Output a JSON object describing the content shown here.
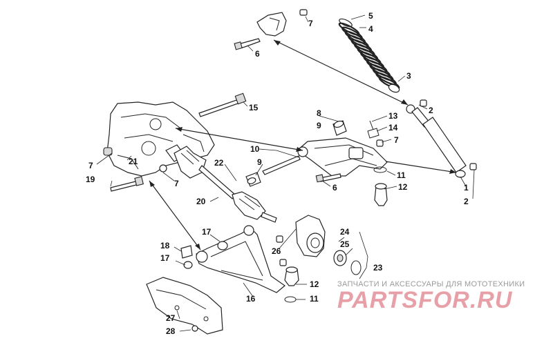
{
  "callouts": [
    {
      "id": "c7a",
      "text": "7"
    },
    {
      "id": "c5",
      "text": "5"
    },
    {
      "id": "c4",
      "text": "4"
    },
    {
      "id": "c6a",
      "text": "6"
    },
    {
      "id": "c3",
      "text": "3"
    },
    {
      "id": "c2a",
      "text": "2"
    },
    {
      "id": "c15",
      "text": "15"
    },
    {
      "id": "c8",
      "text": "8"
    },
    {
      "id": "c13",
      "text": "13"
    },
    {
      "id": "c9a",
      "text": "9"
    },
    {
      "id": "c14",
      "text": "14"
    },
    {
      "id": "c7b",
      "text": "7"
    },
    {
      "id": "c10",
      "text": "10"
    },
    {
      "id": "c9b",
      "text": "9"
    },
    {
      "id": "c7c",
      "text": "7"
    },
    {
      "id": "c21",
      "text": "21"
    },
    {
      "id": "c22",
      "text": "22"
    },
    {
      "id": "c11a",
      "text": "11"
    },
    {
      "id": "c7d",
      "text": "7"
    },
    {
      "id": "c19",
      "text": "19"
    },
    {
      "id": "c6b",
      "text": "6"
    },
    {
      "id": "c12a",
      "text": "12"
    },
    {
      "id": "c1",
      "text": "1"
    },
    {
      "id": "c2b",
      "text": "2"
    },
    {
      "id": "c20",
      "text": "20"
    },
    {
      "id": "c17a",
      "text": "17"
    },
    {
      "id": "c24",
      "text": "24"
    },
    {
      "id": "c26",
      "text": "26"
    },
    {
      "id": "c25",
      "text": "25"
    },
    {
      "id": "c18",
      "text": "18"
    },
    {
      "id": "c17b",
      "text": "17"
    },
    {
      "id": "c23",
      "text": "23"
    },
    {
      "id": "c12b",
      "text": "12"
    },
    {
      "id": "c16",
      "text": "16"
    },
    {
      "id": "c11b",
      "text": "11"
    },
    {
      "id": "c27",
      "text": "27"
    },
    {
      "id": "c28",
      "text": "28"
    }
  ],
  "watermark": {
    "tagline": "ЗАПЧАСТИ И АКСЕССУАРЫ ДЛЯ МОТОТЕХНИКИ",
    "logo": "PARTSFOR.RU",
    "logo_color": "#e8a0a8"
  },
  "colors": {
    "line": "#222222",
    "background": "#ffffff",
    "watermark_text": "#9a9a9a"
  }
}
